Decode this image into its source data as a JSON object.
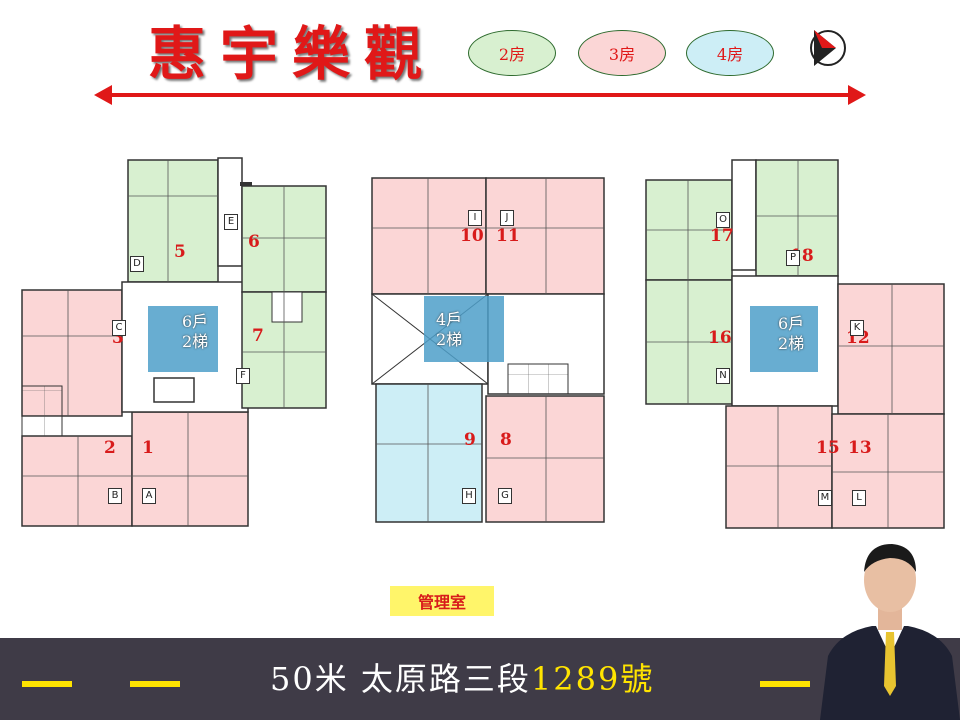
{
  "header": {
    "title": "惠宇樂觀",
    "legend": [
      {
        "label": "2房",
        "color": "#d8f0d0"
      },
      {
        "label": "3房",
        "color": "#fbd6d6"
      },
      {
        "label": "4房",
        "color": "#cdeef6"
      }
    ],
    "compass_icon": "north-arrow-icon"
  },
  "plans": {
    "left": {
      "units": [
        "5",
        "6",
        "3",
        "7",
        "2",
        "1"
      ],
      "doors": [
        "D",
        "E",
        "C",
        "F",
        "B",
        "A"
      ],
      "core": {
        "households": "6戶",
        "elevators": "2梯"
      }
    },
    "middle": {
      "units": [
        "10",
        "11",
        "9",
        "8"
      ],
      "doors": [
        "I",
        "J",
        "H",
        "G"
      ],
      "core": {
        "households": "4戶",
        "elevators": "2梯"
      }
    },
    "right": {
      "units": [
        "17",
        "18",
        "16",
        "12",
        "15",
        "13"
      ],
      "doors": [
        "O",
        "P",
        "N",
        "K",
        "M",
        "L"
      ],
      "core": {
        "households": "6戶",
        "elevators": "2梯"
      }
    }
  },
  "management_office": "管理室",
  "footer": {
    "address_prefix": "50米  太原路三段",
    "address_number": "1289號"
  },
  "colors": {
    "green_unit": "#d8f0d0",
    "pink_unit": "#fbd6d6",
    "blue_unit": "#cdeef6",
    "accent_red": "#e01818",
    "road": "#3f3b47",
    "lane_yellow": "#ffe400"
  }
}
